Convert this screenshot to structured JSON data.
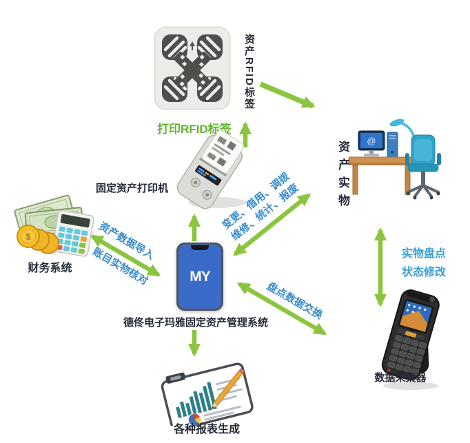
{
  "colors": {
    "arrow_green": "#8bc53f",
    "edge_text_blue": "#3a8ccb",
    "print_label_green": "#64b32e",
    "node_label_dark": "#242a36",
    "phone_screen_blue": "#3b6bc8"
  },
  "nodes": {
    "rfid_tag": {
      "label": "资产RFID标签"
    },
    "printer": {
      "label": "固定资产打印机"
    },
    "finance": {
      "label": "财务系统"
    },
    "phone": {
      "logo": "MY",
      "label": "德佟电子玛雅固定资产管理系统"
    },
    "asset": {
      "label": "资产实物"
    },
    "collector": {
      "label": "数据采集器"
    },
    "reports": {
      "label": "各种报表生成"
    }
  },
  "edges": {
    "print_rfid": {
      "label": "打印RFID标签"
    },
    "finance_phone": {
      "line1": "资产数据导入",
      "line2": "账目实物核对"
    },
    "phone_asset": {
      "line1": "变更、借用、调拨",
      "line2": "维修、统计、报废"
    },
    "phone_collector": {
      "label": "盘点数据交换"
    },
    "asset_collector": {
      "line1": "实物盘点",
      "line2": "状态修改"
    }
  }
}
